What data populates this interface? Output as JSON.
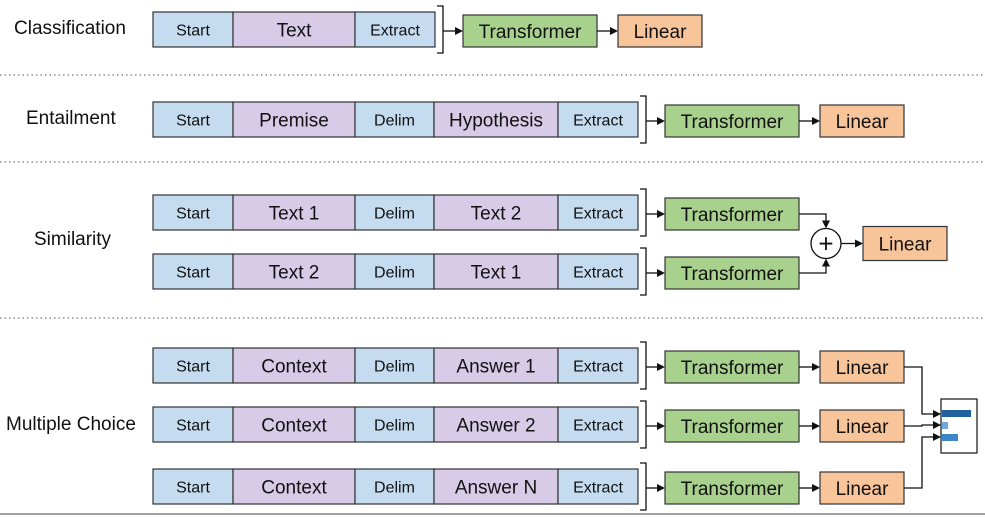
{
  "tasks": [
    {
      "label": "Classification",
      "rows": [
        [
          "Start",
          "Text",
          "Extract"
        ]
      ],
      "heads": [
        "Transformer"
      ],
      "outputs": [
        "Linear"
      ]
    },
    {
      "label": "Entailment",
      "rows": [
        [
          "Start",
          "Premise",
          "Delim",
          "Hypothesis",
          "Extract"
        ]
      ],
      "heads": [
        "Transformer"
      ],
      "outputs": [
        "Linear"
      ]
    },
    {
      "label": "Similarity",
      "rows": [
        [
          "Start",
          "Text 1",
          "Delim",
          "Text 2",
          "Extract"
        ],
        [
          "Start",
          "Text 2",
          "Delim",
          "Text 1",
          "Extract"
        ]
      ],
      "heads": [
        "Transformer",
        "Transformer"
      ],
      "combine": "+",
      "outputs": [
        "Linear"
      ]
    },
    {
      "label": "Multiple Choice",
      "rows": [
        [
          "Start",
          "Context",
          "Delim",
          "Answer 1",
          "Extract"
        ],
        [
          "Start",
          "Context",
          "Delim",
          "Answer 2",
          "Extract"
        ],
        [
          "Start",
          "Context",
          "Delim",
          "Answer N",
          "Extract"
        ]
      ],
      "heads": [
        "Transformer",
        "Transformer",
        "Transformer"
      ],
      "outputs": [
        "Linear",
        "Linear",
        "Linear"
      ]
    }
  ],
  "colors": {
    "token": "#c5dcf0",
    "content": "#d7cbe8",
    "transformer": "#a9d18e",
    "linear": "#f8c49a",
    "softmax_bar": "#1f5fa0",
    "border": "#333333"
  },
  "icons": {
    "combine": "plus-circle-icon",
    "softmax": "softmax-bar-icon"
  }
}
